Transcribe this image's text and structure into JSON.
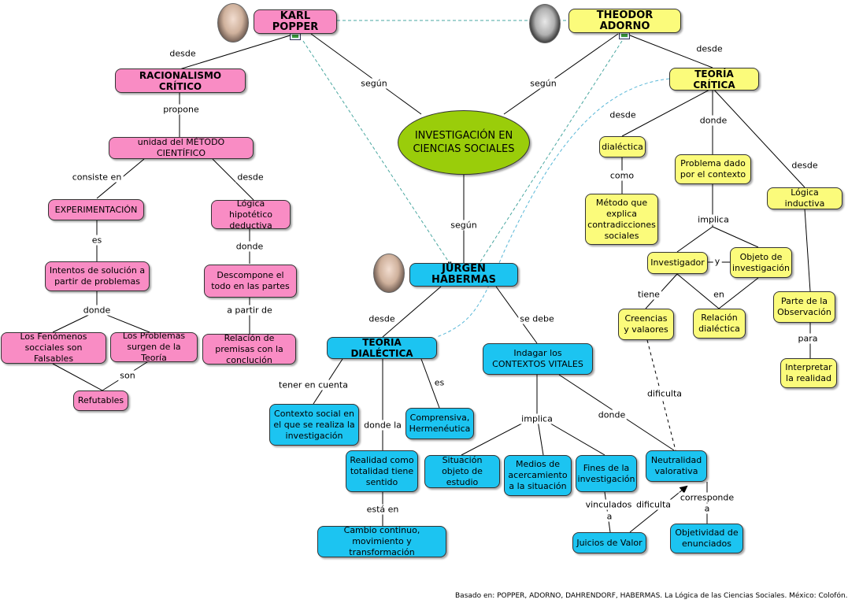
{
  "people": {
    "popper": "KARL POPPER",
    "adorno": "THEODOR ADORNO",
    "habermas": "JÜRGEN HABERMAS"
  },
  "center": "INVESTIGACIÓN EN CIENCIAS SOCIALES",
  "popper": {
    "racionalismo": "RACIONALISMO CRÍTICO",
    "metodo": "unidad del MÉTODO CIENTÍFICO",
    "experimentacion": "EXPERIMENTACIÓN",
    "intentos": "Intentos de solución a partir de  problemas",
    "fenomenos": "Los Fenómenos socciales son Falsables",
    "problemas": "Los Problemas surgen de la Teoría",
    "refutables": "Refutables",
    "logica": "Lógica hipotético deductiva",
    "descompone": "Descompone el todo en las partes",
    "relacion": "Relación de premisas con la conclución"
  },
  "adorno": {
    "teoria": "TEORÍA CRÍTICA",
    "dialectica": "dialéctica",
    "metodo": "Método que explica contradicciones sociales",
    "problema": "Problema dado por el contexto",
    "investigador": "Investigador",
    "objeto": "Objeto de investigación",
    "creencias": "Creencias y valaores",
    "relacion": "Relación dialéctica",
    "logica": "Lógica inductiva",
    "parte": "Parte de la Observación",
    "interpretar": "Interpretar la realidad"
  },
  "habermas": {
    "teoria": "TEORIA DIALÉCTICA",
    "contexto": "Contexto social en el que se realiza la investigación",
    "comprensiva": "Comprensiva, Hermenéutica",
    "realidad": "Realidad como totalidad tiene sentido",
    "cambio": "Cambio continuo, movimiento y transformación",
    "indagar": "Indagar los CONTEXTOS VITALES",
    "situacion": "Situación objeto de estudio",
    "medios": "Medios de acercamiento a la situación",
    "fines": "Fines de la investigación",
    "neutralidad": "Neutralidad valorativa",
    "juicios": "Juicios de Valor",
    "objetividad": "Objetividad de enunciados"
  },
  "links": {
    "desde_p": "desde",
    "propone": "propone",
    "consiste": "consiste en",
    "desde_m": "desde",
    "es_p": "es",
    "donde_p": "donde",
    "son": "son",
    "donde_l": "donde",
    "apartir": "a partir de",
    "segun_p": "según",
    "segun_a": "según",
    "segun_h": "según",
    "desde_a": "desde",
    "desde_tc": "desde",
    "donde_tc": "donde",
    "desde_tc2": "desde",
    "como": "como",
    "implica_a": "implica",
    "y": "y",
    "tiene": "tiene",
    "en": "en",
    "para": "para",
    "dificulta_a": "dificulta",
    "desde_h": "desde",
    "sedebe": "se debe",
    "tener": "tener en cuenta",
    "es_h": "es",
    "dondela": "donde la",
    "estaen": "está en",
    "implica_h": "implica",
    "donde_h": "donde",
    "vinculados": "vinculados",
    "a1": "a",
    "dificulta_h": "dificulta",
    "corresponde": "corresponde",
    "a2": "a"
  },
  "footer": "Basado en:  POPPER, ADORNO, DAHRENDORF, HABERMAS. La Lógica de las Ciencias Sociales. México: Colofón. 2008",
  "colors": {
    "pink": "#f98cc4",
    "yellow": "#fbfb7b",
    "blue": "#1cc4f1",
    "green": "#9acd0a"
  },
  "icons": [
    "portrait-popper-icon",
    "portrait-adorno-icon",
    "portrait-habermas-icon",
    "image-attachment-icon"
  ]
}
